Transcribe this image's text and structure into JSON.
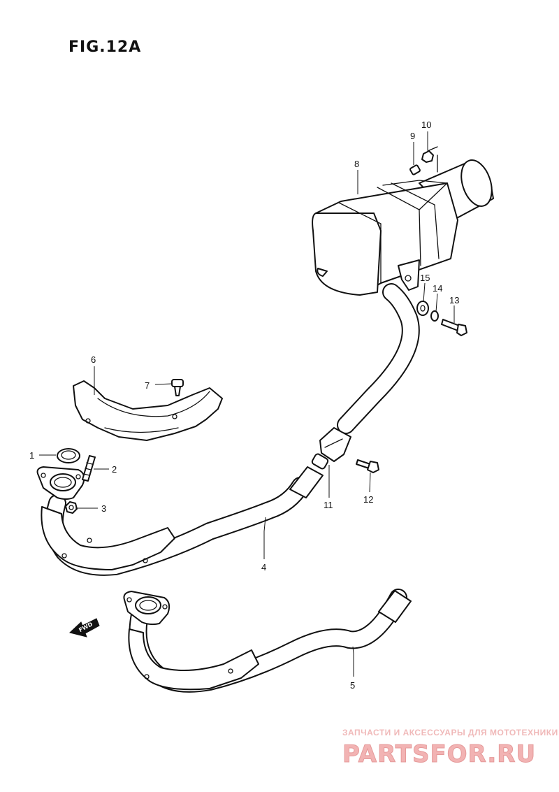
{
  "figure": {
    "title": "FIG.12A"
  },
  "fwd_label": "FWD",
  "callouts": [
    {
      "key": "1",
      "label": "1"
    },
    {
      "key": "2",
      "label": "2"
    },
    {
      "key": "3",
      "label": "3"
    },
    {
      "key": "4",
      "label": "4"
    },
    {
      "key": "5",
      "label": "5"
    },
    {
      "key": "6",
      "label": "6"
    },
    {
      "key": "7",
      "label": "7"
    },
    {
      "key": "8",
      "label": "8"
    },
    {
      "key": "9",
      "label": "9"
    },
    {
      "key": "10",
      "label": "10"
    },
    {
      "key": "11",
      "label": "11"
    },
    {
      "key": "12",
      "label": "12"
    },
    {
      "key": "13",
      "label": "13"
    },
    {
      "key": "14",
      "label": "14"
    },
    {
      "key": "15",
      "label": "15"
    }
  ],
  "watermark": {
    "caption": "ЗАПЧАСТИ И АКСЕССУАРЫ ДЛЯ МОТОТЕХНИКИ",
    "logo": "PARTSFOR.RU",
    "color": "#f2b3b3"
  }
}
